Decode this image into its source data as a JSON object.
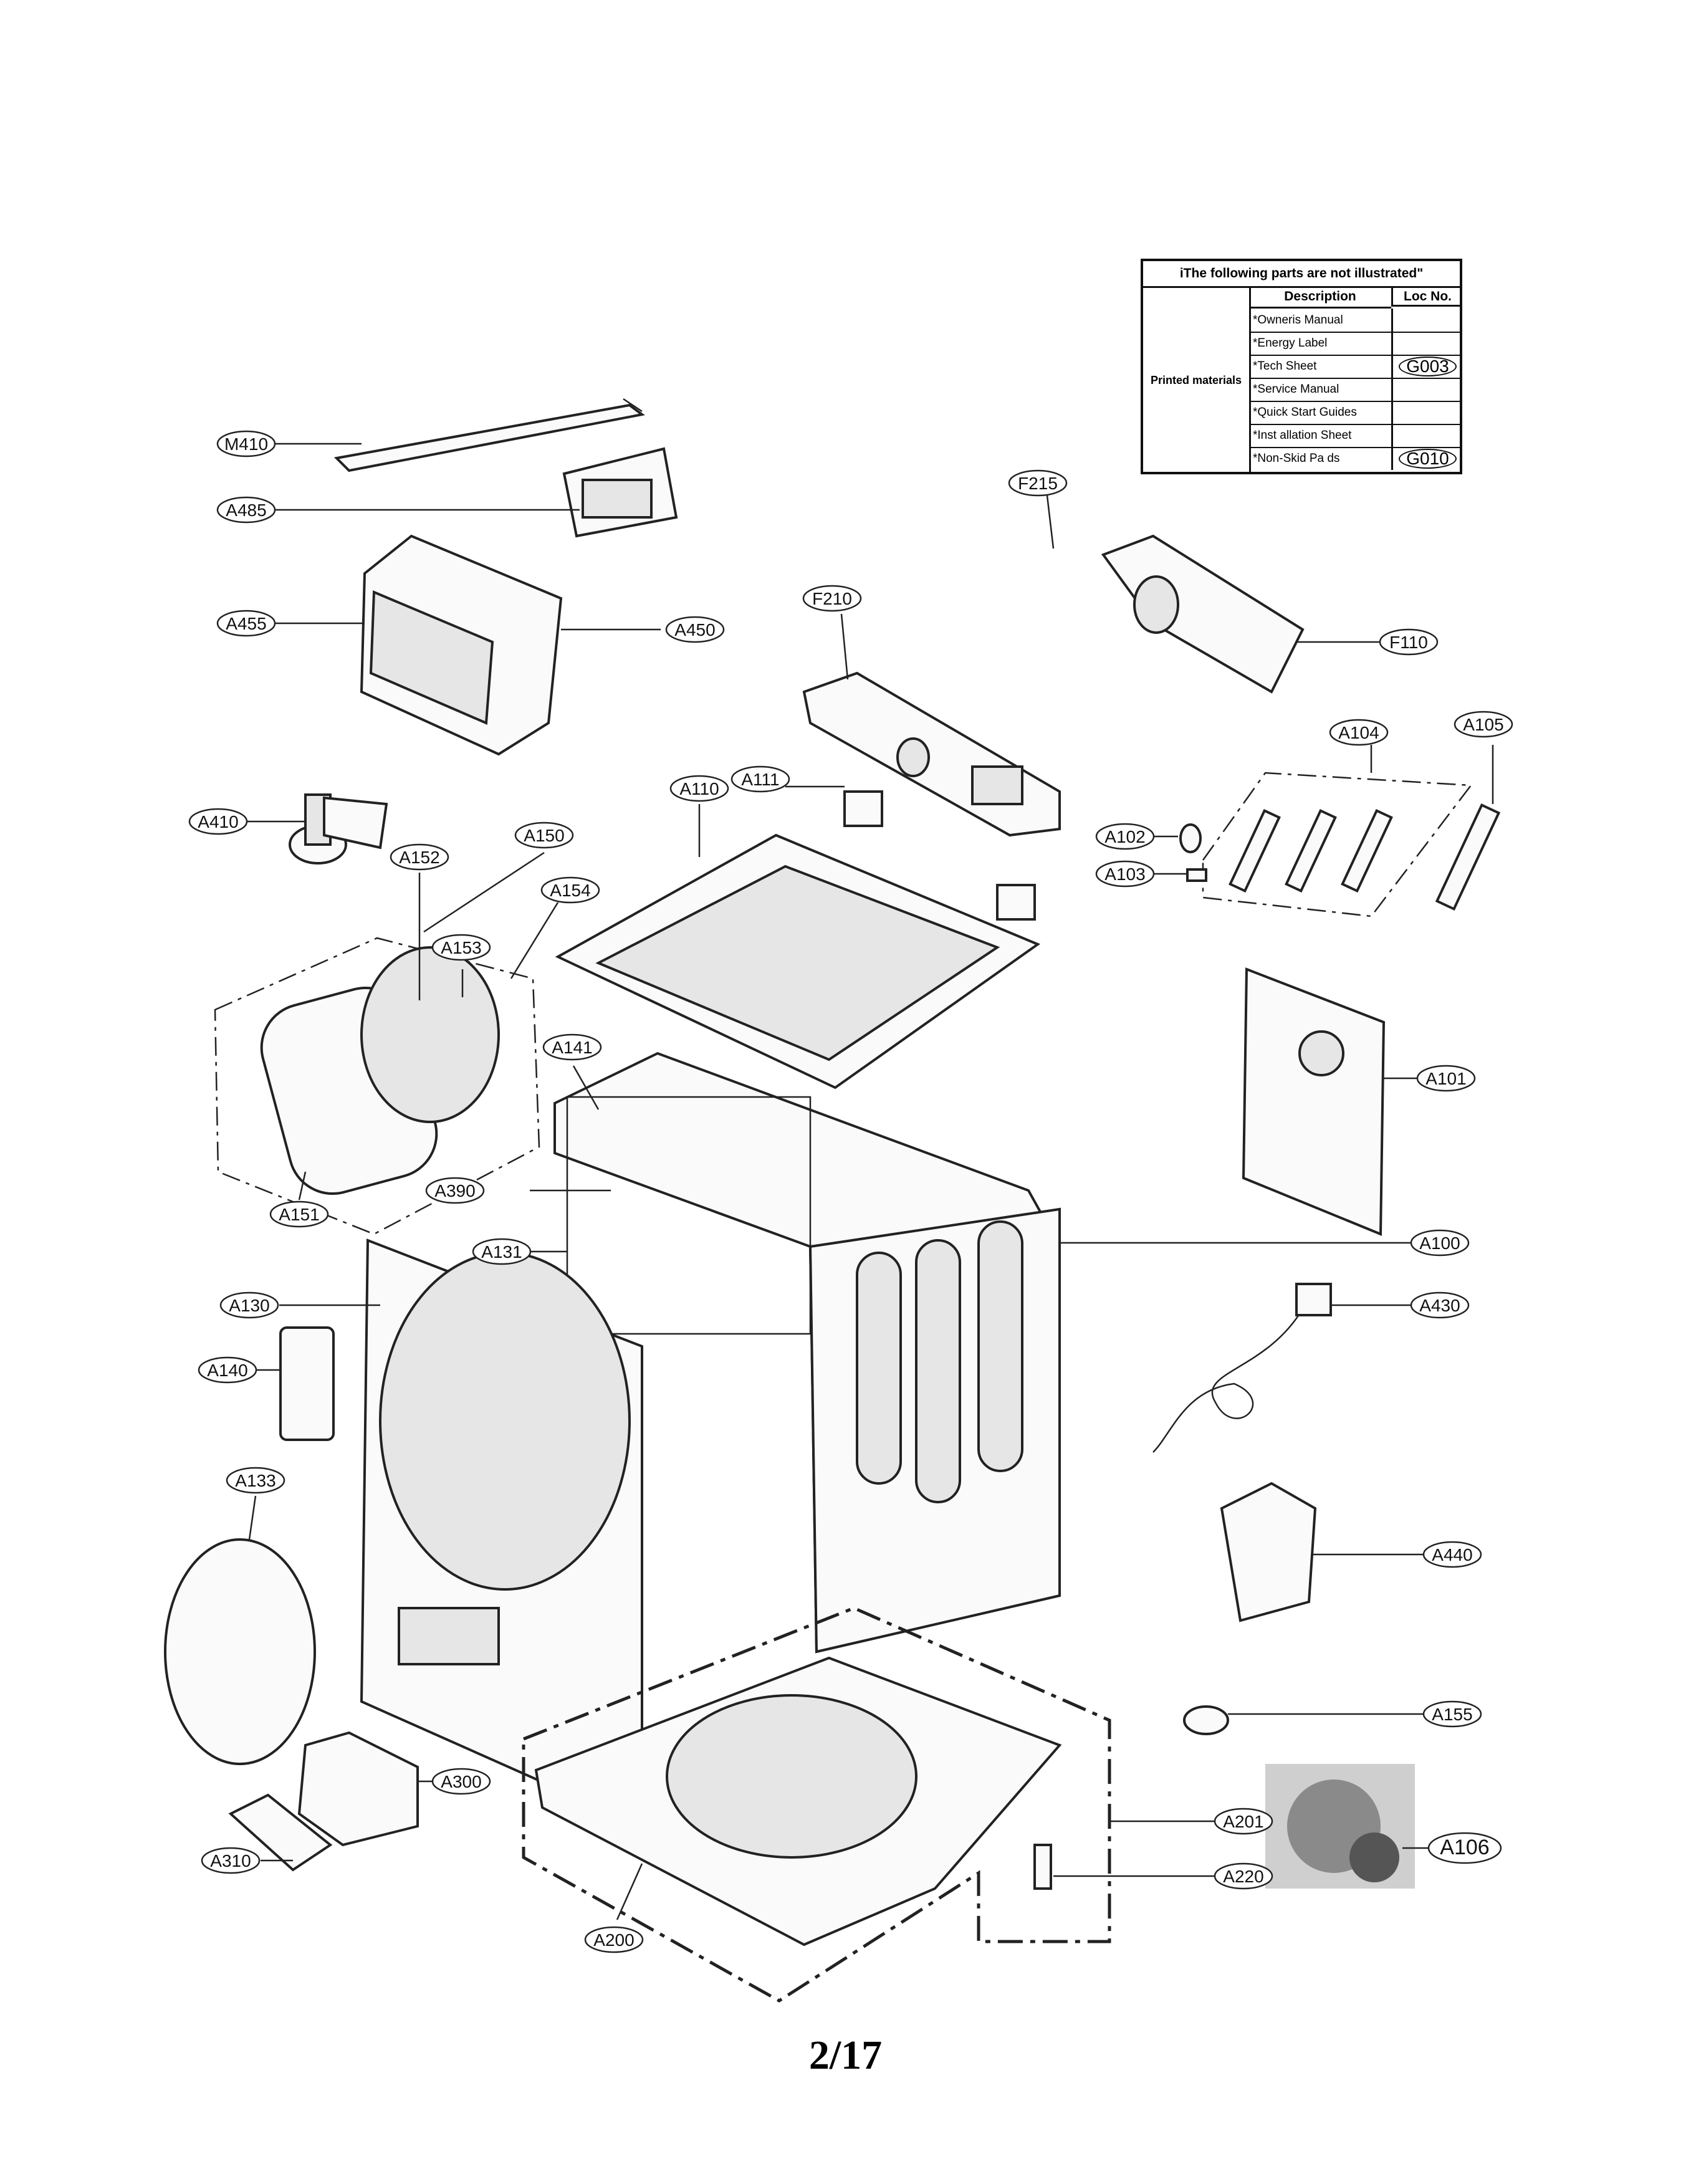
{
  "table": {
    "header": "iThe following parts are not illustrated\"",
    "group_label": "Printed materials",
    "col_description": "Description",
    "col_loc": "Loc No.",
    "rows": [
      {
        "description": "*Owneris Manual",
        "loc": ""
      },
      {
        "description": "*Energy Label",
        "loc": ""
      },
      {
        "description": "*Tech Sheet",
        "loc": "G003"
      },
      {
        "description": "*Service Manual",
        "loc": ""
      },
      {
        "description": "*Quick Start Guides",
        "loc": ""
      },
      {
        "description": "*Inst allation Sheet",
        "loc": ""
      },
      {
        "description": "*Non-Skid Pa  ds",
        "loc": "G010"
      }
    ]
  },
  "callouts": {
    "M410": "M410",
    "A485": "A485",
    "A455": "A455",
    "A450": "A450",
    "F215": "F215",
    "F210": "F210",
    "F110": "F110",
    "A104": "A104",
    "A105": "A105",
    "A102": "A102",
    "A103": "A103",
    "A410": "A410",
    "A110": "A110",
    "A111": "A111",
    "A152": "A152",
    "A150": "A150",
    "A154": "A154",
    "A153": "A153",
    "A141": "A141",
    "A101": "A101",
    "A390": "A390",
    "A151": "A151",
    "A131": "A131",
    "A100": "A100",
    "A130": "A130",
    "A430": "A430",
    "A140": "A140",
    "A133": "A133",
    "A440": "A440",
    "A155": "A155",
    "A300": "A300",
    "A201": "A201",
    "A106": "A106",
    "A310": "A310",
    "A220": "A220",
    "A200": "A200"
  },
  "page_number": "2/17"
}
